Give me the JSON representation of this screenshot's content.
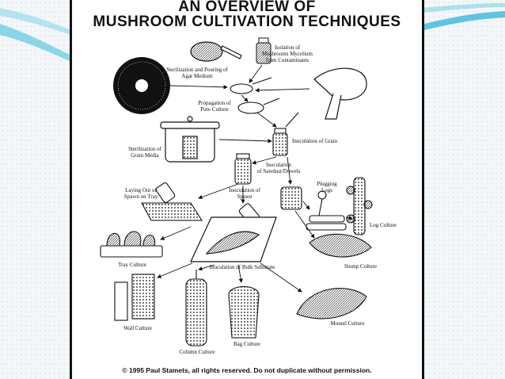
{
  "title_line1": "AN OVERVIEW OF",
  "title_line2": "MUSHROOM CULTIVATION TECHNIQUES",
  "labels": {
    "isolation": "Isolation of\nMushrooms Mycelium\nfrom Contaminants",
    "sterilization_agar": "Sterilization and Pouring of\nAgar Medium",
    "propagation": "Propagation of\nPure Culture",
    "sterilization_grain": "Sterilization of\nGrain Media",
    "inoculation_grain": "Inoculation of Grain",
    "inoculation_sawdust": "Inoculation\nof Sawdust/Dowels",
    "laying_out": "Laying Out of\nSpawn on Tray",
    "inoculation_spawn": "Inoculation of\nSpawn",
    "plugging_logs": "Plugging\nLogs",
    "log_culture": "Log Culture",
    "tray_culture": "Tray Culture",
    "inoculation_bulk": "Inoculation of Bulk Substrate",
    "stump_culture": "Stump Culture",
    "wall_culture": "Wall Culture",
    "column_culture": "Column Culture",
    "bag_culture": "Bag Culture",
    "mound_culture": "Mound Culture"
  },
  "copyright": "© 1995 Paul Stamets, all rights reserved. Do not duplicate without permission.",
  "colors": {
    "accent": "#3ab7d8",
    "ink": "#111111"
  }
}
